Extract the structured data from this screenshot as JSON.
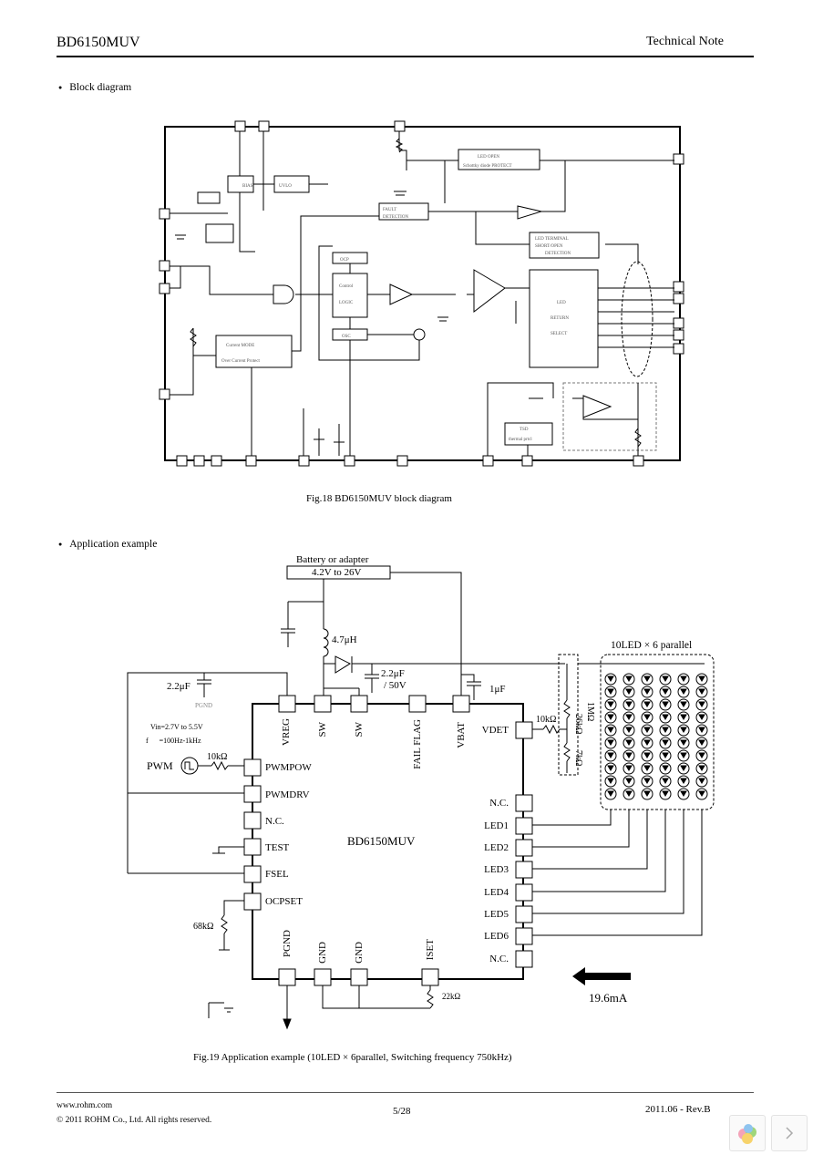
{
  "header": {
    "part_number": "BD6150MUV",
    "doc_type": "Technical Note"
  },
  "block_diagram": {
    "heading": "Block diagram",
    "caption": "Fig.18  BD6150MUV block diagram",
    "blocks": {
      "bias": "BIAS",
      "uvlo": "UVLO",
      "fault": "FAULT\nDETECTION",
      "led_open": "LED OPEN\nSchottky diode PROTECT",
      "short": "LED TERMINAL\nSHORT/OPEN\nDETECTION",
      "control": "Control\nLOGIC",
      "current_mode": "Current MODE\nOver Current Protect",
      "led_select": "LED\nRETURN\nSELECT",
      "osc": "OSC",
      "timer": "TSD\nthermal prtcl",
      "ocp_box": "OCP"
    }
  },
  "app_example": {
    "heading": "Application example",
    "caption": "Fig.19  Application example (10LED × 6parallel, Switching frequency 750kHz)",
    "supply_label": "Battery or adapter",
    "supply_range": "4.2V to 26V",
    "inductor": "4.7μH",
    "cap_out": "2.2μF",
    "cap_out_v": "/ 50V",
    "cap_vbat": "1μF",
    "cap_vreg": "2.2μF",
    "pgnd_note": "PGND",
    "vin_note": "Vin=2.7V to 5.5V",
    "freq_note": "f      =100Hz-1kHz",
    "pwm_label": "PWM",
    "r_pwm": "10kΩ",
    "r_vdet": "10kΩ",
    "r_ocp": "68kΩ",
    "r_iset": "22kΩ",
    "r_div_top": "1MΩ",
    "r_div_bot": "26kΩ",
    "r_div_bot2": "7kΩ",
    "led_array": "10LED × 6 parallel",
    "current": "19.6mA",
    "ic_name": "BD6150MUV",
    "top_pins": [
      "VREG",
      "SW",
      "SW",
      "FAIL FLAG",
      "VBAT"
    ],
    "left_pins": [
      "PWMPOW",
      "PWMDRV",
      "N.C.",
      "TEST",
      "FSEL",
      "OCPSET"
    ],
    "right_pins": [
      "VDET",
      "N.C.",
      "LED1",
      "LED2",
      "LED3",
      "LED4",
      "LED5",
      "LED6",
      "N.C."
    ],
    "bottom_pins": [
      "PGND",
      "GND",
      "GND",
      "ISET"
    ]
  },
  "footer": {
    "site": "www.rohm.com",
    "copyright": "© 2011 ROHM Co., Ltd. All rights reserved.",
    "page": "5/28",
    "revision": "2011.06 - Rev.B"
  },
  "colors": {
    "line": "#000000",
    "dashed_group": "#777777",
    "faint_label": "#888888"
  }
}
